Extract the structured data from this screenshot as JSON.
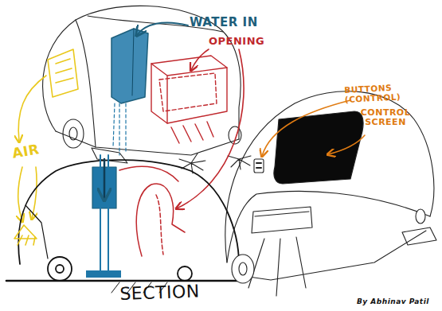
{
  "diagram": {
    "labels": [
      "WATER IN",
      "OPENING",
      "AIR",
      "BUTTONS (CONTROL)",
      "CONTROL SCREEN",
      "SECTION",
      "By Abhinav Patil"
    ]
  }
}
